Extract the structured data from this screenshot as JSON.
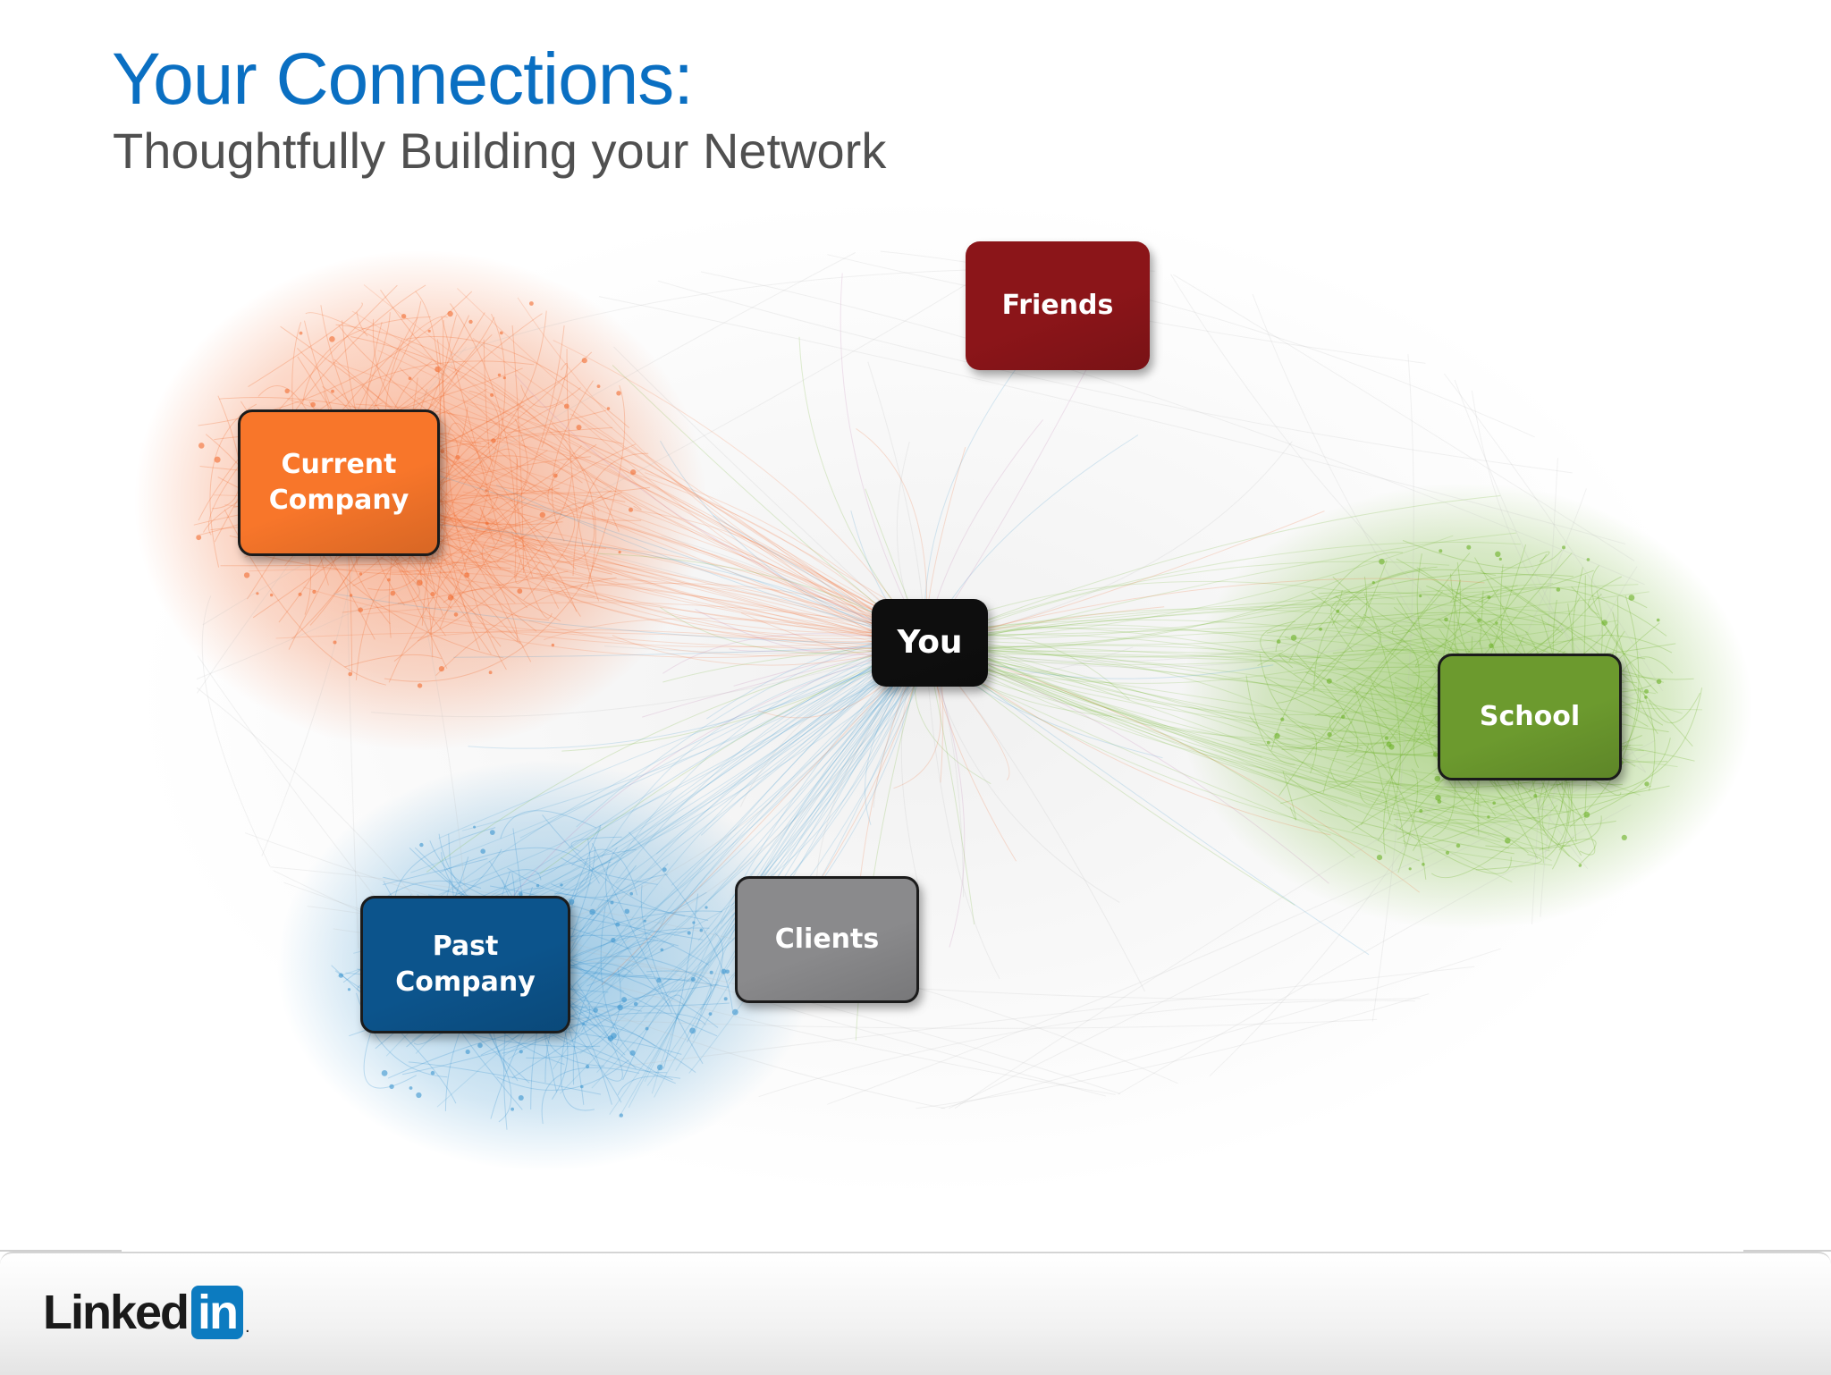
{
  "slide": {
    "title": "Your Connections:",
    "subtitle": "Thoughtfully Building your Network"
  },
  "nodes": {
    "current_company": {
      "label": "Current\nCompany",
      "color": "#f8762a"
    },
    "friends": {
      "label": "Friends",
      "color": "#8b1519"
    },
    "you": {
      "label": "You",
      "color": "#0e0e0e"
    },
    "school": {
      "label": "School",
      "color": "#6c9a2e"
    },
    "clients": {
      "label": "Clients",
      "color": "#8a8a8c"
    },
    "past_company": {
      "label": "Past\nCompany",
      "color": "#0c548c"
    }
  },
  "cluster_colors": {
    "current_company": "#f26a2e",
    "past_company": "#3a95cf",
    "school": "#6ab024",
    "friends": "#c07ab0",
    "mixed": "#b8b8b8"
  },
  "footer": {
    "logo_word": "Linked",
    "logo_badge": "in",
    "logo_mark": "."
  }
}
